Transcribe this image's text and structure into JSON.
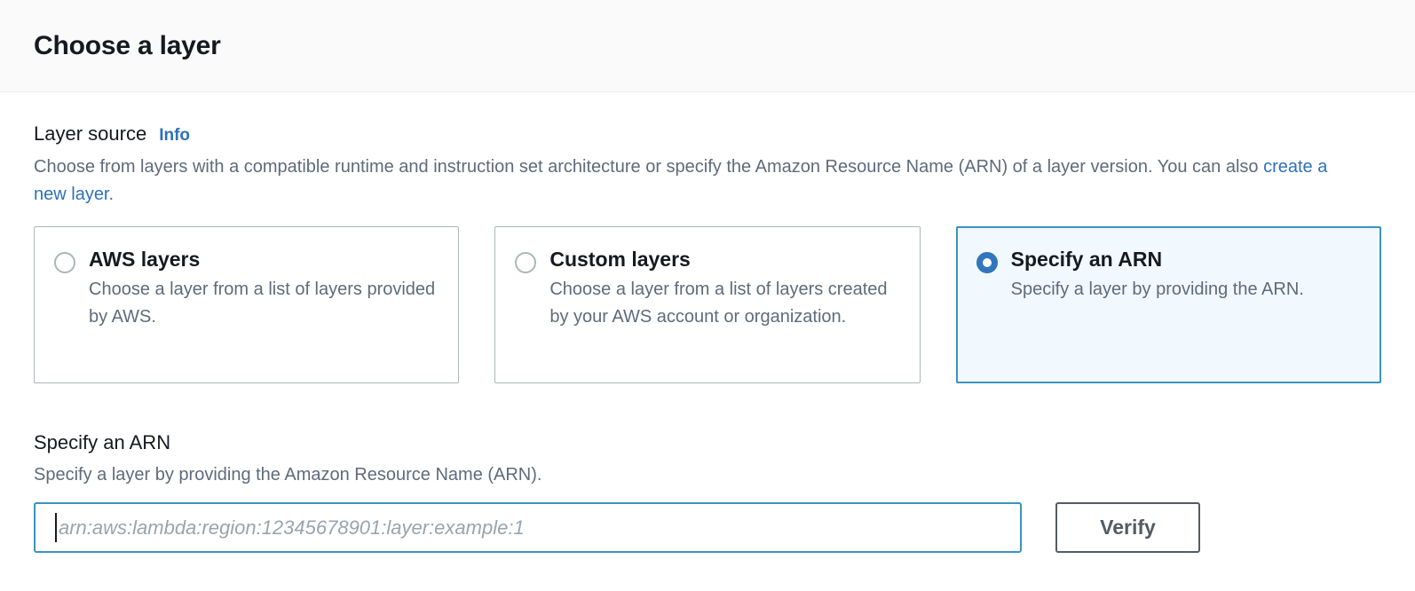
{
  "header": {
    "title": "Choose a layer"
  },
  "layer_source": {
    "label": "Layer source",
    "info_label": "Info",
    "description_before_link": "Choose from layers with a compatible runtime and instruction set architecture or specify the Amazon Resource Name (ARN) of a layer version. You can also ",
    "description_link": "create a new layer",
    "description_after_link": ".",
    "options": [
      {
        "title": "AWS layers",
        "description": "Choose a layer from a list of layers provided by AWS.",
        "selected": false
      },
      {
        "title": "Custom layers",
        "description": "Choose a layer from a list of layers created by your AWS account or organization.",
        "selected": false
      },
      {
        "title": "Specify an ARN",
        "description": "Specify a layer by providing the ARN.",
        "selected": true
      }
    ]
  },
  "arn_section": {
    "heading": "Specify an ARN",
    "subtext": "Specify a layer by providing the Amazon Resource Name (ARN).",
    "input_value": "",
    "input_placeholder": "arn:aws:lambda:region:12345678901:layer:example:1",
    "verify_label": "Verify"
  },
  "colors": {
    "accent_blue": "#2d72b8",
    "selected_border": "#3a93c4",
    "selected_background": "#f1f8fe",
    "radio_selected": "#3076bd",
    "text_primary": "#16191f",
    "text_secondary": "#5f6b7a",
    "button_border": "#545b64",
    "header_background": "#fafafa"
  }
}
